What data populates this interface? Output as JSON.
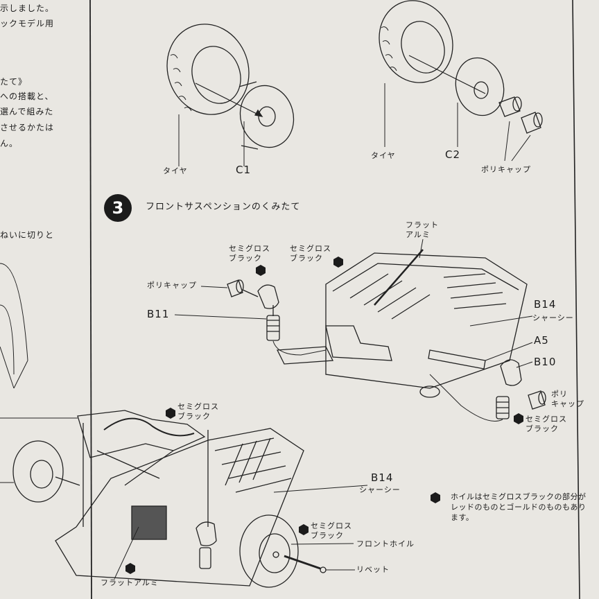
{
  "left_text": {
    "line1": "示しました。",
    "line2": "ックモデル用",
    "line3": "たて》",
    "line4": "への搭載と、",
    "line5": "選んで組みた",
    "line6": "させるかたは",
    "line7": "ん。",
    "line8": "ねいに切りと"
  },
  "wheel_c1": {
    "tire_label": "タイヤ",
    "part_code": "C1"
  },
  "wheel_c2": {
    "tire_label": "タイヤ",
    "part_code": "C2",
    "cap_label": "ポリキャップ"
  },
  "step3": {
    "number": "3",
    "title": "フロントサスペンションのくみたて"
  },
  "upper_diagram": {
    "flat_aluminum": "フラット\nアルミ",
    "semigloss_black_1": "セミグロス\nブラック",
    "semigloss_black_2": "セミグロス\nブラック",
    "polycap_left": "ポリキャップ",
    "b11": "B11",
    "b14": "B14",
    "chassis": "シャーシー",
    "a5": "A5",
    "b10": "B10",
    "polycap_right": "ポリ\nキャップ",
    "semigloss_black_3": "セミグロス\nブラック"
  },
  "lower_diagram": {
    "semigloss_black_top": "セミグロス\nブラック",
    "b14": "B14",
    "chassis": "シャーシー",
    "semigloss_black_mid": "セミグロス\nブラック",
    "front_wheel": "フロントホイル",
    "rivet": "リベット",
    "flat_aluminum": "フラットアルミ"
  },
  "wheel_note": "ホイルはセミグロスブラックの部分がレッドのものとゴールドのものもあります。",
  "colors": {
    "paper": "#e9e7e2",
    "ink": "#1b1b1b"
  }
}
